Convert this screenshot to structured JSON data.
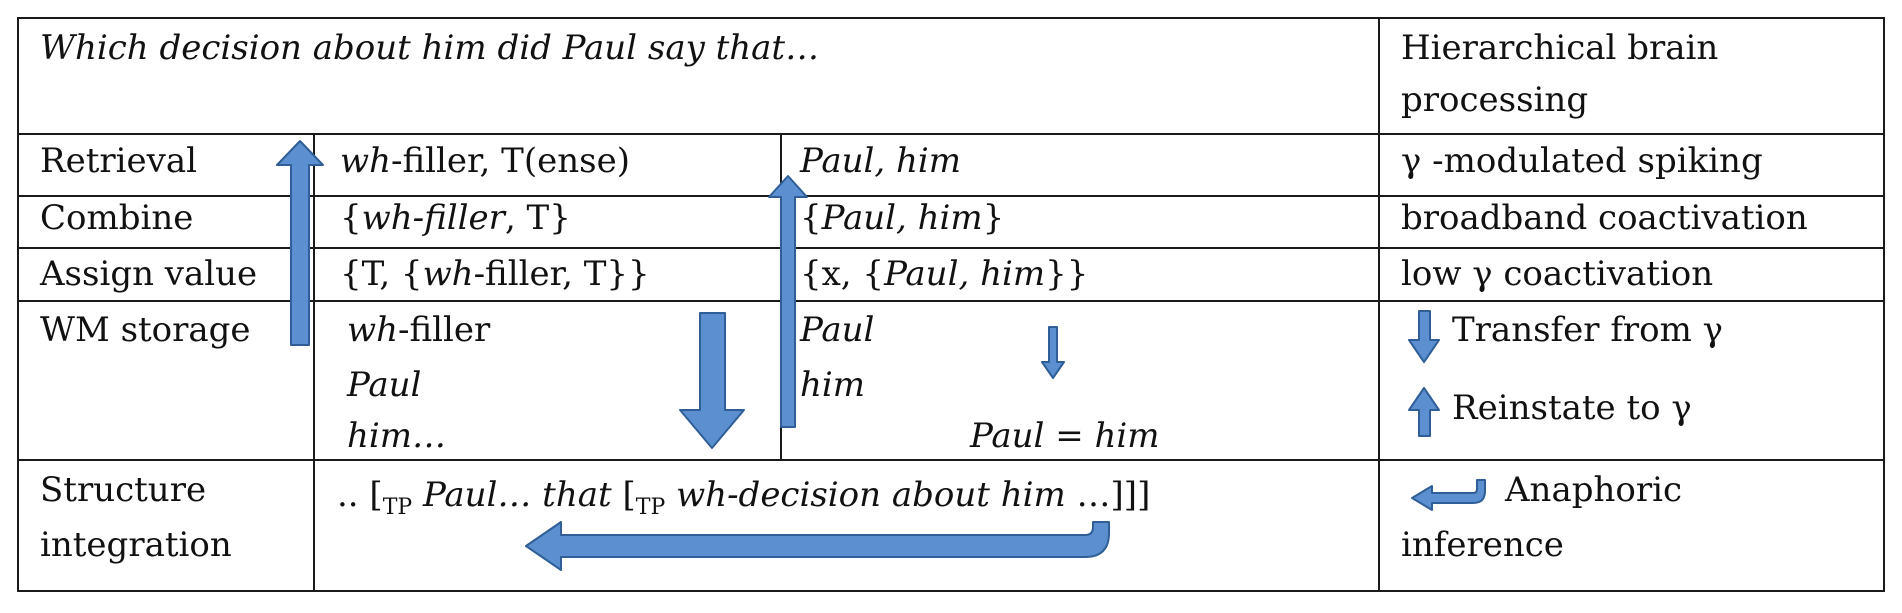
{
  "header": {
    "question": "Which decision about him did Paul say that…",
    "brain_col": [
      "Hierarchical brain",
      "processing"
    ]
  },
  "rows": {
    "retrieval": {
      "label": "Retrieval",
      "col1": {
        "it": "wh",
        "rest": "-filler, T(ense)"
      },
      "col2": "Paul, him",
      "brain": "γ -modulated spiking"
    },
    "combine": {
      "label": "Combine",
      "col1": {
        "open": "{",
        "it": "wh-filler",
        "rest": ", T}"
      },
      "col2": {
        "open": "{",
        "it": "Paul, him",
        "close": "}"
      },
      "brain": "broadband coactivation"
    },
    "assign": {
      "label": "Assign value",
      "col1": {
        "a": "{T, {",
        "it": "wh",
        "b": "-filler, T}}"
      },
      "col2": {
        "a": "{x, {",
        "it": "Paul, him",
        "b": "}}"
      },
      "brain": "low γ coactivation"
    },
    "wm": {
      "label": "WM storage",
      "col1_lines": [
        {
          "it": "wh",
          "rest": "-filler"
        },
        "Paul",
        "him…"
      ],
      "col2_lines": [
        "Paul",
        "him"
      ],
      "equation": "Paul = him",
      "brain_transfer": "Transfer from γ",
      "brain_reinstate": "Reinstate to γ"
    },
    "structure": {
      "label": [
        "Structure",
        "integration"
      ],
      "prefix": ".. [",
      "sub": "TP",
      "part1": "Paul… that",
      "mid": " [",
      "part2": "wh-decision about him",
      "suffix": " …]]]",
      "brain": [
        "Anaphoric",
        "inference"
      ]
    }
  },
  "colors": {
    "arrow_fill": "#5b8fcf",
    "arrow_stroke": "#2f5f96",
    "border": "#1a1a1a"
  }
}
